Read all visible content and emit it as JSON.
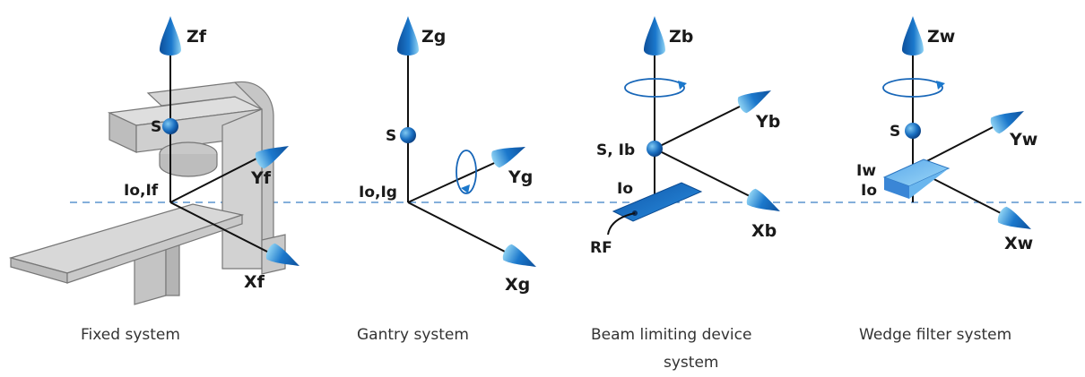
{
  "panels": [
    {
      "caption": "Fixed system",
      "axes": {
        "z": "Zf",
        "y": "Yf",
        "x": "Xf"
      },
      "origin_label": "Io,If",
      "source_label": "S"
    },
    {
      "caption": "Gantry system",
      "axes": {
        "z": "Zg",
        "y": "Yg",
        "x": "Xg"
      },
      "origin_label": "Io,Ig",
      "source_label": "S"
    },
    {
      "caption_lines": [
        "Beam limiting device",
        "system"
      ],
      "axes": {
        "z": "Zb",
        "y": "Yb",
        "x": "Xb"
      },
      "origin_label": "Io",
      "source_label": "S, Ib",
      "device_label": "RF"
    },
    {
      "caption": "Wedge filter system",
      "axes": {
        "z": "Zw",
        "y": "Yw",
        "x": "Xw"
      },
      "origin_label": "Io",
      "source_label": "S",
      "device_label": "Iw"
    }
  ],
  "colors": {
    "axis_arrow_blue": "#1766b8",
    "axis_arrow_light": "#7cc8f0",
    "machine_gray": "#cfcfcf",
    "dashed_line": "#3a7fc4",
    "text": "#1a1a1a"
  }
}
